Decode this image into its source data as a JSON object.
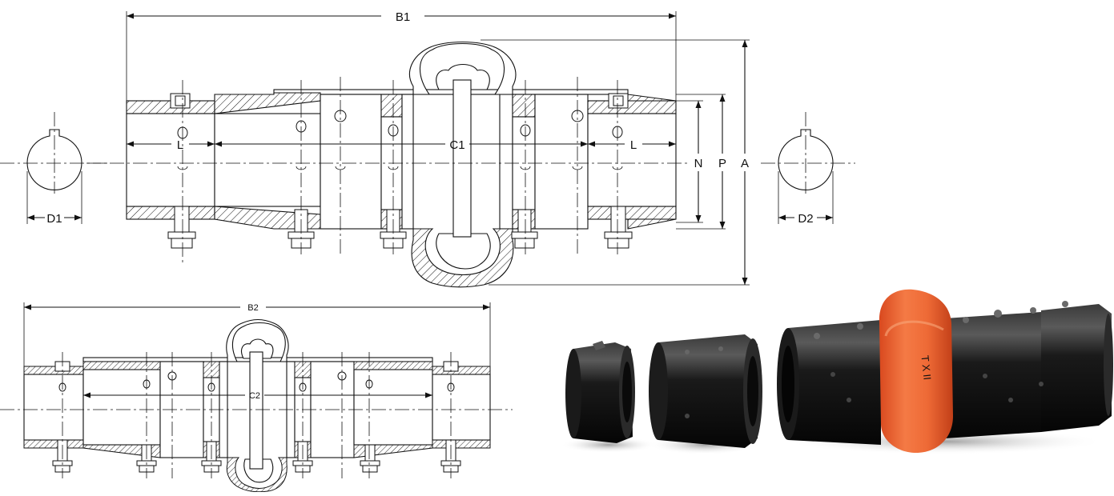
{
  "labels": {
    "b1": "B1",
    "b2": "B2",
    "c1": "C1",
    "c2": "C2",
    "l_left": "L",
    "l_right": "L",
    "n": "N",
    "p": "P",
    "a": "A",
    "d1": "D1",
    "d2": "D2"
  },
  "tire_marking": "T X II"
}
